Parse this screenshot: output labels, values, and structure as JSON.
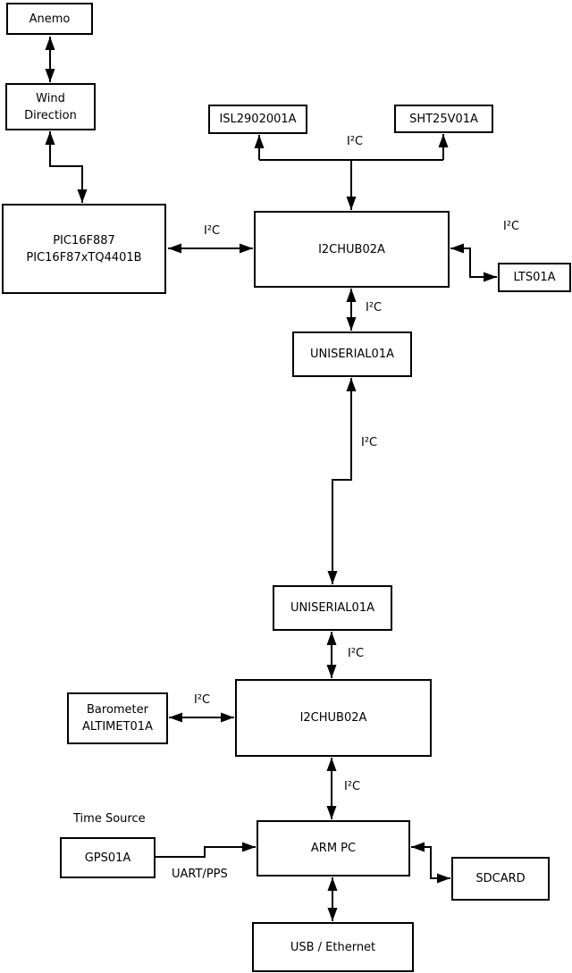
{
  "diagram": {
    "colors": {
      "background": "#ffffff",
      "line": "#000000",
      "box_fill": "#ffffff"
    },
    "nodes": {
      "anemo": {
        "label": "Anemo"
      },
      "wind": {
        "label": "Wind\nDirection"
      },
      "pic": {
        "label": "PIC16F887\nPIC16F87xTQ4401B"
      },
      "isl": {
        "label": "ISL2902001A"
      },
      "sht": {
        "label": "SHT25V01A"
      },
      "hub1": {
        "label": "I2CHUB02A"
      },
      "lts": {
        "label": "LTS01A"
      },
      "uniserial1": {
        "label": "UNISERIAL01A"
      },
      "uniserial2": {
        "label": "UNISERIAL01A"
      },
      "hub2": {
        "label": "I2CHUB02A"
      },
      "barometer": {
        "label": "Barometer\nALTIMET01A"
      },
      "gps": {
        "label": "GPS01A"
      },
      "armpc": {
        "label": "ARM PC"
      },
      "sdcard": {
        "label": "SDCARD"
      },
      "usb": {
        "label": "USB / Ethernet"
      }
    },
    "labels": {
      "i2c_top_fan": "I²C",
      "i2c_pic_hub": "I²C",
      "i2c_lts": "I²C",
      "i2c_hub_uni": "I²C",
      "i2c_long": "I²C",
      "i2c_uni_hub2": "I²C",
      "i2c_baro": "I²C",
      "i2c_hub2_arm": "I²C",
      "time_source": "Time Source",
      "uart_pps": "UART/PPS"
    }
  }
}
